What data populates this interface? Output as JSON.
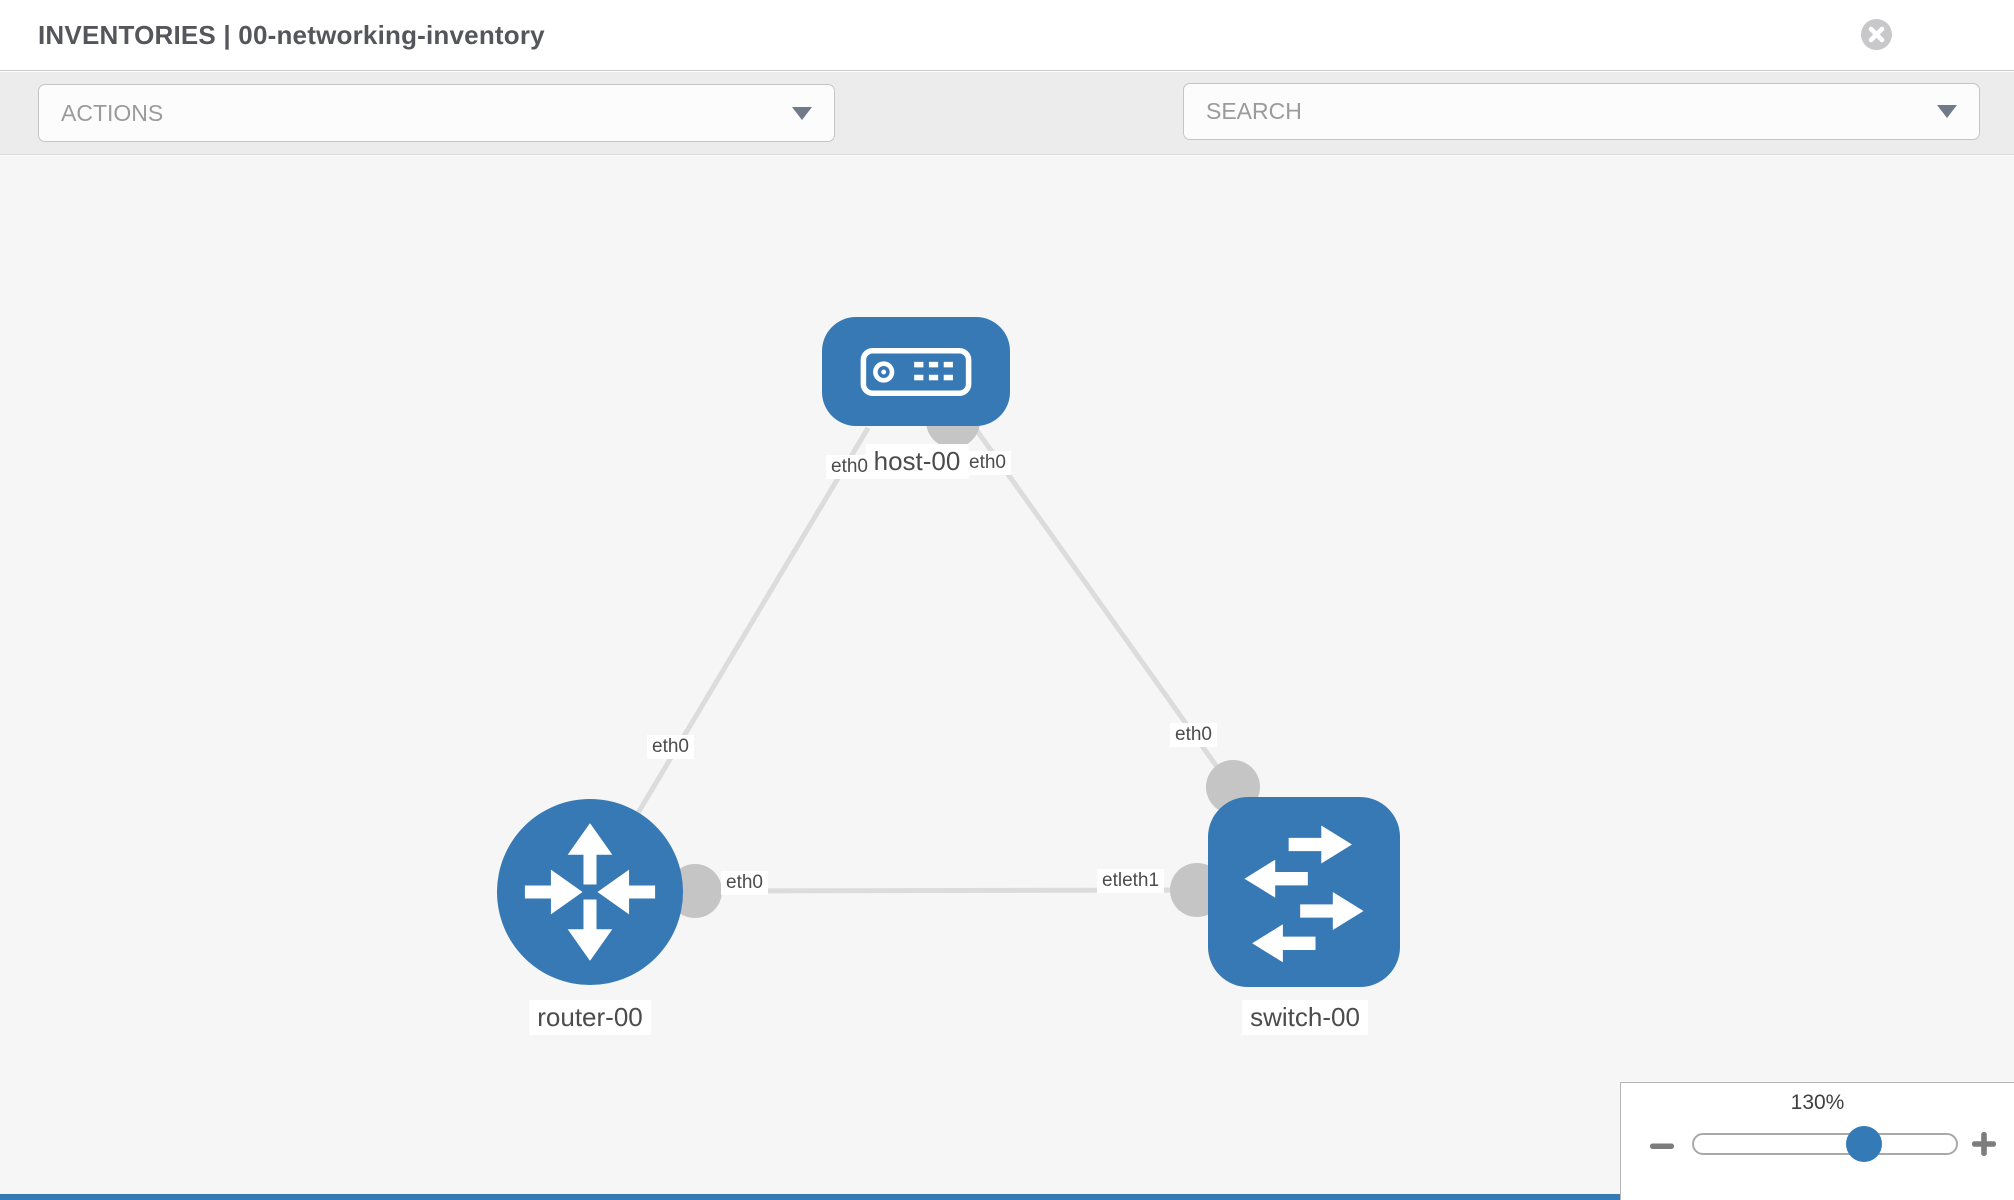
{
  "header": {
    "title": "INVENTORIES | 00-networking-inventory",
    "close_icon": "x-circle-icon"
  },
  "toolbar": {
    "actions_label": "ACTIONS",
    "search_label": "SEARCH",
    "wrench_icon": "wrench-icon",
    "key_icon": "key-icon",
    "chevron_icon": "chevron-down-icon"
  },
  "diagram": {
    "nodes": [
      {
        "id": "host-00",
        "label": "host-00",
        "type": "host",
        "shape": "rounded-rect",
        "icon": "server-icon"
      },
      {
        "id": "router-00",
        "label": "router-00",
        "type": "router",
        "shape": "circle",
        "icon": "router-arrows-icon"
      },
      {
        "id": "switch-00",
        "label": "switch-00",
        "type": "switch",
        "shape": "rounded-square",
        "icon": "switch-arrows-icon"
      }
    ],
    "links": [
      {
        "from": "host-00",
        "to": "router-00",
        "from_label": "eth0",
        "to_label": "eth0"
      },
      {
        "from": "host-00",
        "to": "switch-00",
        "from_label": "eth0",
        "to_label": "eth0"
      },
      {
        "from": "router-00",
        "to": "switch-00",
        "from_label": "eth0",
        "to_label": "etleth1"
      }
    ]
  },
  "zoom_control": {
    "level_label": "130%",
    "minus_icon": "minus-icon",
    "plus_icon": "plus-icon"
  },
  "colors": {
    "node_blue": "#3679b5",
    "accent_blue": "#337ab7",
    "link_gray": "#dcdcdc",
    "connector_gray": "#c5c5c5",
    "canvas_bg": "#f5f6f5",
    "toolbar_bg": "#ececec"
  }
}
